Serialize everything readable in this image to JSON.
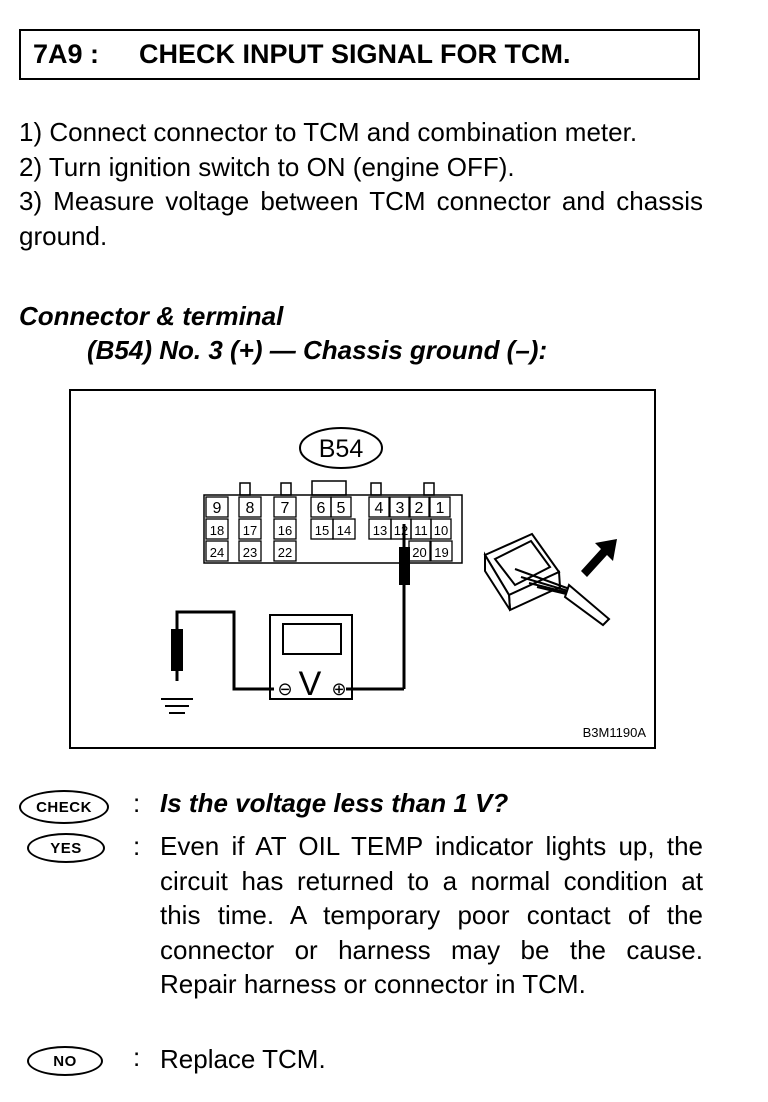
{
  "header": {
    "code": "7A9 :",
    "title": "CHECK INPUT SIGNAL FOR TCM."
  },
  "steps": [
    "1) Connect connector to TCM and combination meter.",
    "2) Turn ignition switch to ON (engine OFF).",
    "3) Measure voltage between TCM connector and chassis ground."
  ],
  "connector_terminal": {
    "label": "Connector & terminal",
    "value": "(B54) No. 3 (+) — Chassis ground (–):"
  },
  "figure": {
    "connector_id": "B54",
    "pins_row1": [
      "9",
      "8",
      "7",
      "6",
      "5",
      "4",
      "3",
      "2",
      "1"
    ],
    "pins_row2": [
      "18",
      "17",
      "16",
      "15",
      "14",
      "13",
      "12",
      "11",
      "10"
    ],
    "pins_row3": [
      "24",
      "23",
      "22",
      "20",
      "19"
    ],
    "meter_symbol": "V",
    "meter_minus": "⊖",
    "meter_plus": "⊕",
    "figure_code": "B3M1190A"
  },
  "qa": {
    "check_badge": "CHECK",
    "check_question": "Is the voltage less than 1 V?",
    "yes_badge": "YES",
    "yes_answer": "Even if AT OIL TEMP indicator lights up, the circuit has returned to a normal condition at this time. A temporary poor contact of the connector or harness may be the cause. Repair harness or connector in TCM.",
    "no_badge": "NO",
    "no_answer": "Replace TCM.",
    "colon": ":"
  }
}
